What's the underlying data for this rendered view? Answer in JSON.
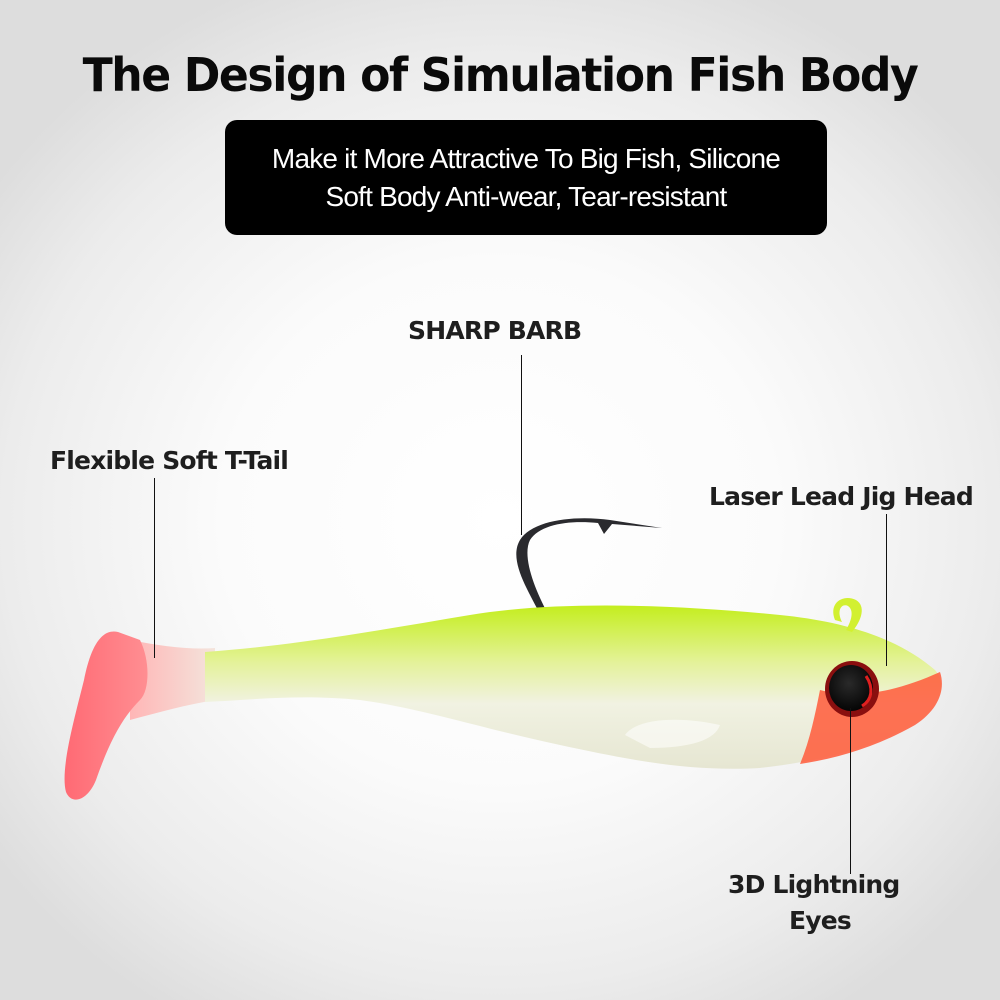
{
  "header": {
    "title": "The Design of Simulation Fish Body",
    "subtitle_lines": [
      "Make it More Attractive To Big Fish, Silicone",
      "Soft Body Anti-wear, Tear-resistant"
    ]
  },
  "callouts": {
    "barb": "SHARP BARB",
    "tail": "Flexible Soft T-Tail",
    "jig_head": "Laser Lead Jig Head",
    "eyes_line1": "3D Lightning",
    "eyes_line2": "Eyes"
  },
  "colors": {
    "background": "#f4f4f4",
    "subtitle_bg": "#000000",
    "body_top": "#c8f02a",
    "body_belly": "#eef0dc",
    "tail_pink": "#ff6f7a",
    "head_red": "#ff4a2e",
    "hook": "#2a2a2e"
  }
}
